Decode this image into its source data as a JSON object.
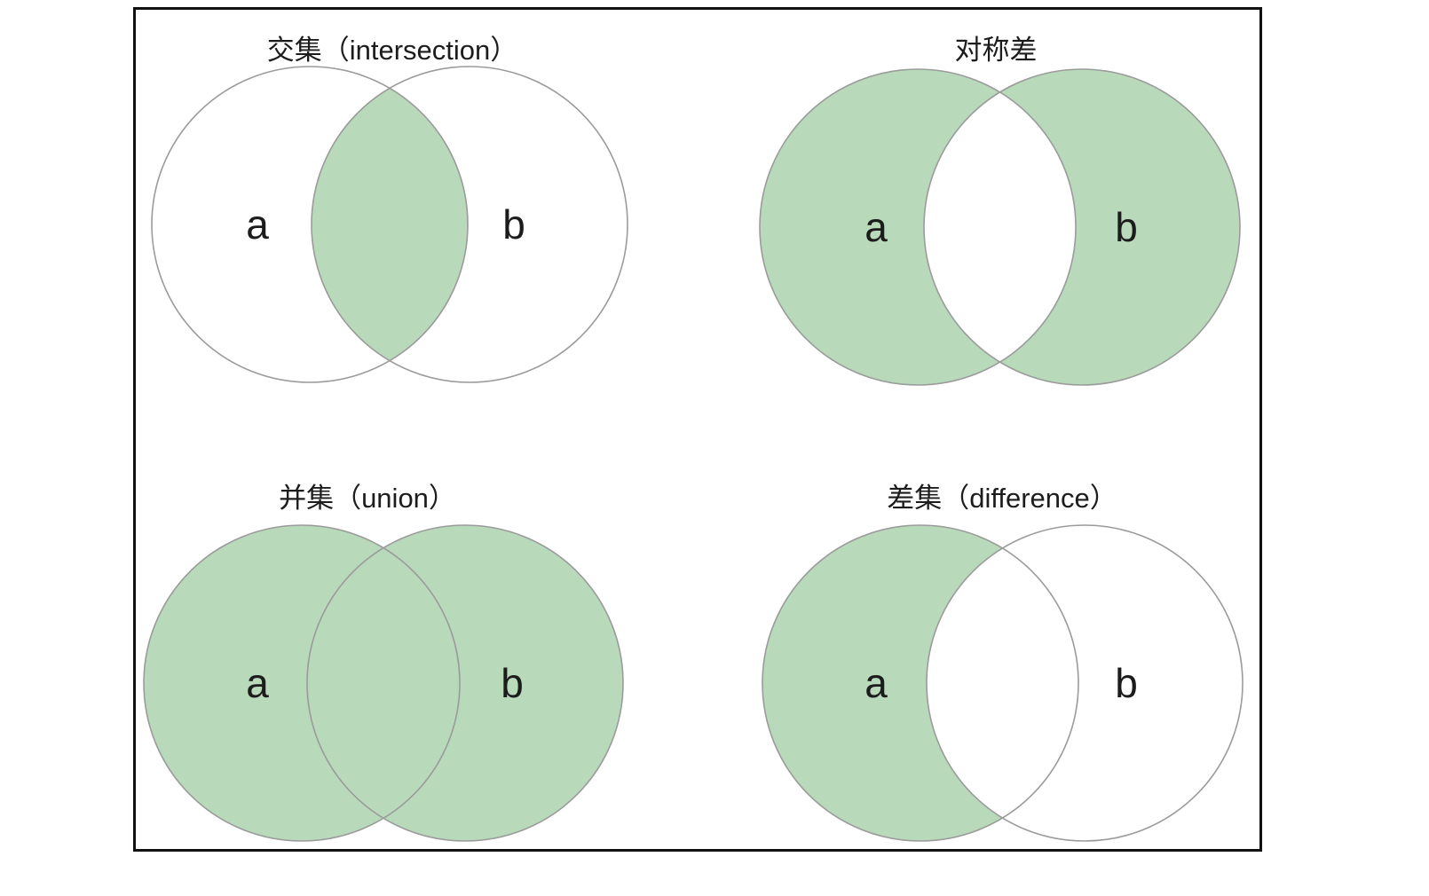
{
  "colors": {
    "shaded_green": "#b8d9ba",
    "outline_gray": "#9b9b9b",
    "frame_black": "#111111",
    "text_dark": "#1c1c1c",
    "background": "#ffffff"
  },
  "panels": {
    "intersection": {
      "title": "交集（intersection）",
      "label_a": "a",
      "label_b": "b",
      "shaded_region": "overlap of a and b"
    },
    "symmetric_difference": {
      "title": "对称差",
      "label_a": "a",
      "label_b": "b",
      "shaded_region": "a and b excluding overlap"
    },
    "union": {
      "title": "并集（union）",
      "label_a": "a",
      "label_b": "b",
      "shaded_region": "all of a and b"
    },
    "difference": {
      "title": "差集（difference）",
      "label_a": "a",
      "label_b": "b",
      "shaded_region": "a excluding overlap with b"
    }
  }
}
